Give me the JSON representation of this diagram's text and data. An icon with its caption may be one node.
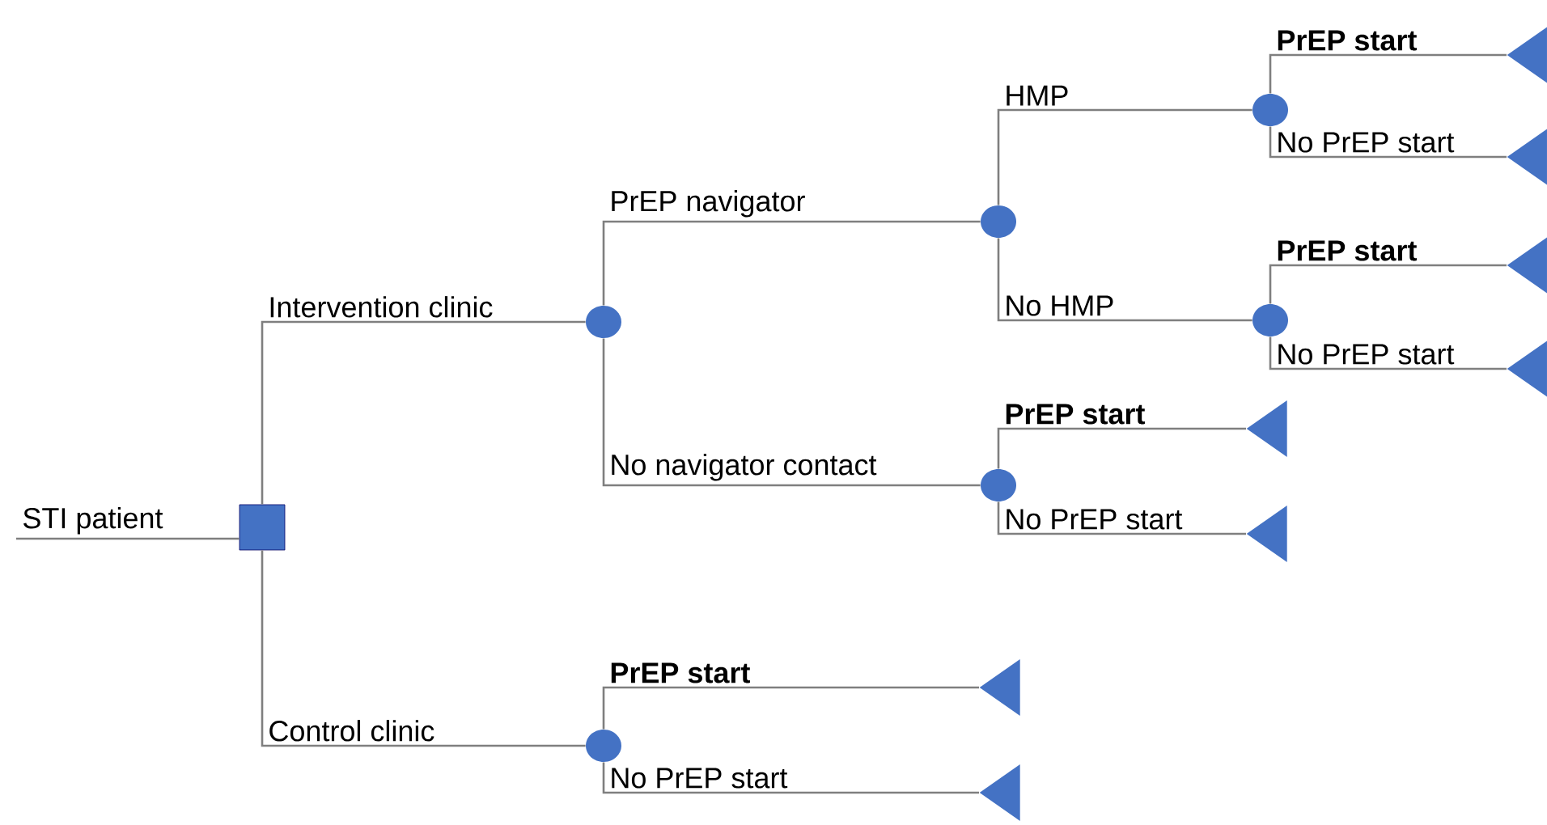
{
  "diagram": {
    "nodes": [
      {
        "text": [],
        "shape": "box"
      },
      {
        "text": [],
        "shape": "circle"
      },
      {
        "text": [],
        "shape": "circle"
      },
      {
        "text": [],
        "shape": "circle"
      },
      {
        "text": [],
        "shape": "circle"
      },
      {
        "text": [],
        "shape": "circle"
      },
      {
        "text": [],
        "shape": "circle"
      },
      {
        "text": [],
        "shape": "triangle"
      },
      {
        "text": [],
        "shape": "triangle"
      },
      {
        "text": [],
        "shape": "triangle"
      },
      {
        "text": [],
        "shape": "triangle"
      },
      {
        "text": [],
        "shape": "triangle"
      },
      {
        "text": [],
        "shape": "triangle"
      },
      {
        "text": [],
        "shape": "triangle"
      },
      {
        "text": [],
        "shape": "triangle"
      }
    ],
    "edges": [
      {
        "from": null,
        "to": 0,
        "arrow": "none",
        "label": "STI patient"
      },
      {
        "from": 0,
        "to": 1,
        "arrow": "none",
        "label": "Intervention clinic"
      },
      {
        "from": 0,
        "to": 2,
        "arrow": "none",
        "label": "Control clinic"
      },
      {
        "from": 1,
        "to": 3,
        "arrow": "none",
        "label": "PrEP navigator"
      },
      {
        "from": 1,
        "to": 4,
        "arrow": "none",
        "label": "No navigator contact"
      },
      {
        "from": 3,
        "to": 5,
        "arrow": "none",
        "label": "HMP"
      },
      {
        "from": 3,
        "to": 6,
        "arrow": "none",
        "label": "No HMP"
      },
      {
        "from": 5,
        "to": 7,
        "arrow": "none",
        "label": "PrEP start"
      },
      {
        "from": 5,
        "to": 8,
        "arrow": "none",
        "label": "No PrEP start"
      },
      {
        "from": 6,
        "to": 9,
        "arrow": "none",
        "label": "PrEP start"
      },
      {
        "from": 6,
        "to": 10,
        "arrow": "none",
        "label": "No PrEP start"
      },
      {
        "from": 4,
        "to": 11,
        "arrow": "none",
        "label": "PrEP start"
      },
      {
        "from": 4,
        "to": 12,
        "arrow": "none",
        "label": "No PrEP start"
      },
      {
        "from": 2,
        "to": 13,
        "arrow": "none",
        "label": "PrEP start"
      },
      {
        "from": 2,
        "to": 14,
        "arrow": "none",
        "label": "No PrEP start"
      }
    ]
  }
}
